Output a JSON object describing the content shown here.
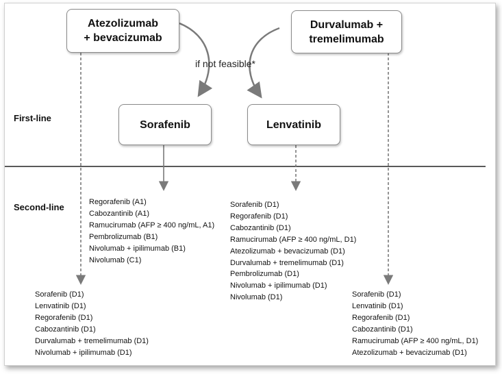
{
  "boxes": {
    "atezo": [
      "Atezolizumab",
      "+ bevacizumab"
    ],
    "durva": [
      "Durvalumab +",
      "tremelimumab"
    ],
    "sorafenib": "Sorafenib",
    "lenvatinib": "Lenvatinib"
  },
  "note": "if not feasible*",
  "labels": {
    "first_line": "First-line",
    "second_line": "Second-line"
  },
  "lists": {
    "after_sorafenib": [
      "Regorafenib (A1)",
      "Cabozantinib (A1)",
      "Ramucirumab (AFP ≥ 400 ng/mL, A1)",
      "Pembrolizumab  (B1)",
      "Nivolumab + ipilimumab (B1)",
      "Nivolumab (C1)"
    ],
    "after_lenvatinib": [
      "Sorafenib (D1)",
      "Regorafenib (D1)",
      "Cabozantinib (D1)",
      "Ramucirumab (AFP ≥ 400 ng/mL, D1)",
      "Atezolizumab + bevacizumab (D1)",
      "Durvalumab + tremelimumab (D1)",
      "Pembrolizumab (D1)",
      "Nivolumab + ipilimumab (D1)",
      "Nivolumab (D1)"
    ],
    "after_atezo": [
      "Sorafenib (D1)",
      "Lenvatinib (D1)",
      "Regorafenib (D1)",
      "Cabozantinib (D1)",
      "Durvalumab + tremelimumab (D1)",
      "Nivolumab + ipilimumab (D1)"
    ],
    "after_durva": [
      "Sorafenib (D1)",
      "Lenvatinib (D1)",
      "Regorafenib (D1)",
      "Cabozantinib (D1)",
      "Ramucirumab (AFP ≥ 400 ng/mL, D1)",
      "Atezolizumab + bevacizumab (D1)"
    ]
  },
  "colors": {
    "arrow": "#7a7a7a",
    "divider": "#222222",
    "box_border": "#8a8a8a"
  }
}
